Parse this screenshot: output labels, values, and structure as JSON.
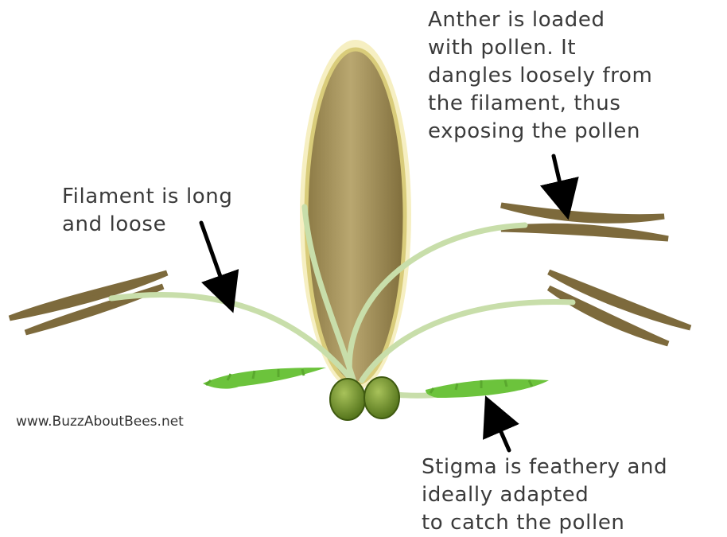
{
  "labels": {
    "anther": [
      "Anther is loaded",
      "with pollen.  It",
      "dangles  loosely  from",
      "the filament, thus",
      "exposing the pollen"
    ],
    "filament": [
      "Filament is long",
      "and loose"
    ],
    "stigma": [
      "Stigma is feathery and",
      "ideally adapted",
      "to catch the pollen"
    ]
  },
  "watermark": "www.BuzzAboutBees.net",
  "colors": {
    "text": "#3a3a3a",
    "anther": "#7d6a3c",
    "filament": "#c8deaa",
    "stigma": "#6cc33c",
    "ovary": "#6e8d2a",
    "petal": "#a9955f",
    "arrow": "#000000"
  }
}
